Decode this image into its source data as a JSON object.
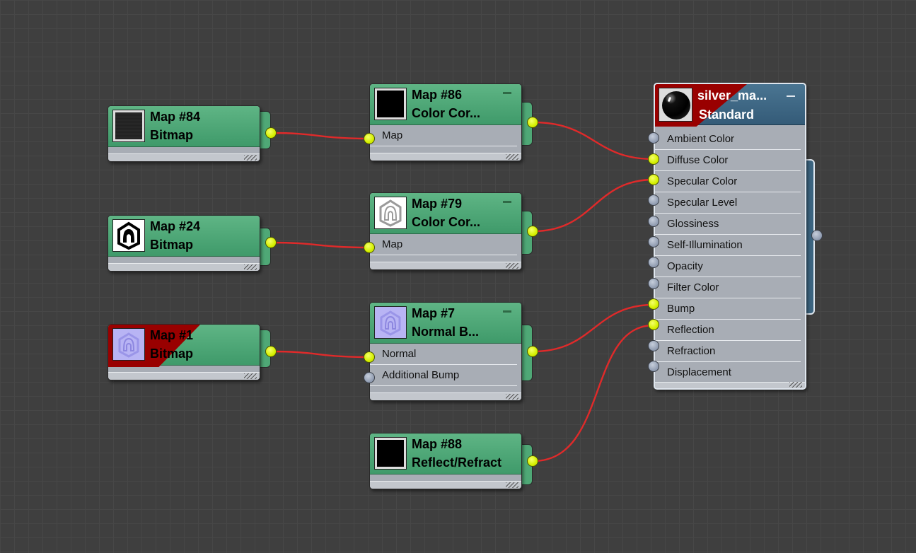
{
  "nodes": {
    "map84": {
      "title": "Map #84",
      "subtitle": "Bitmap",
      "thumb": "noise-texture"
    },
    "map24": {
      "title": "Map #24",
      "subtitle": "Bitmap",
      "thumb": "logo-black"
    },
    "map1": {
      "title": "Map #1",
      "subtitle": "Bitmap",
      "thumb": "normal-map",
      "error": true
    },
    "map86": {
      "title": "Map #86",
      "subtitle": "Color Cor...",
      "slots": [
        "Map"
      ],
      "thumb": "black"
    },
    "map79": {
      "title": "Map #79",
      "subtitle": "Color Cor...",
      "slots": [
        "Map"
      ],
      "thumb": "logo-grey"
    },
    "map7": {
      "title": "Map #7",
      "subtitle": "Normal B...",
      "slots": [
        "Normal",
        "Additional Bump"
      ],
      "thumb": "normal-map"
    },
    "map88": {
      "title": "Map #88",
      "subtitle": "Reflect/Refract",
      "thumb": "black"
    },
    "material": {
      "title": "silver_ma...",
      "subtitle": "Standard",
      "thumb": "black-sphere",
      "error": true,
      "slots": [
        "Ambient Color",
        "Diffuse Color",
        "Specular Color",
        "Specular Level",
        "Glossiness",
        "Self-Illumination",
        "Opacity",
        "Filter Color",
        "Bump",
        "Reflection",
        "Refraction",
        "Displacement"
      ]
    }
  },
  "connections": [
    {
      "from": "Map #84",
      "to": "Map #86 / Map"
    },
    {
      "from": "Map #24",
      "to": "Map #79 / Map"
    },
    {
      "from": "Map #1",
      "to": "Map #7 / Normal"
    },
    {
      "from": "Map #86",
      "to": "silver_ma... / Diffuse Color"
    },
    {
      "from": "Map #79",
      "to": "silver_ma... / Specular Color"
    },
    {
      "from": "Map #7",
      "to": "silver_ma... / Bump"
    },
    {
      "from": "Map #88",
      "to": "silver_ma... / Reflection"
    }
  ],
  "colors": {
    "map_header": "#4fa876",
    "material_header": "#3b6480",
    "error": "#990000",
    "active_port": "#d5f000",
    "idle_port": "#909cb0",
    "wire": "#e02a2a",
    "background": "#3f3f3f"
  }
}
